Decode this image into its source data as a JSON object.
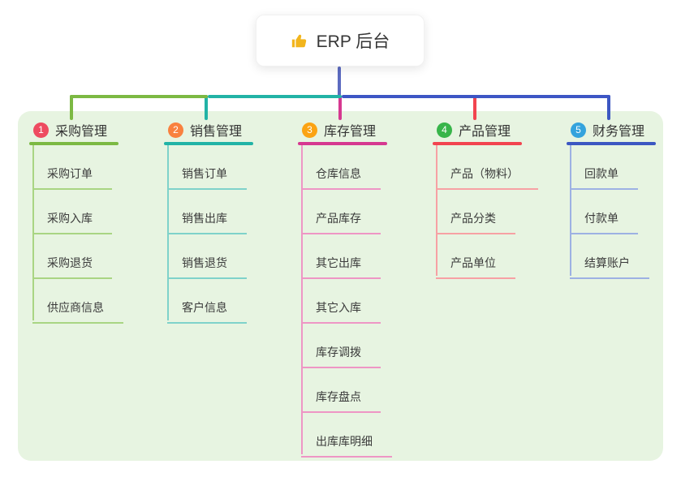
{
  "root": {
    "title": "ERP 后台",
    "icon": "thumbs-up-icon",
    "icon_color": "#f2b51d"
  },
  "theme": {
    "panel_bg": "#e7f4e1",
    "root_stem_color": "#5c6bc0",
    "bus_colors": [
      "#7cb943",
      "#22b3a6",
      "#3d56c5"
    ]
  },
  "branches": [
    {
      "number": "1",
      "label": "采购管理",
      "badge_color": "#ee4b60",
      "line_color": "#7cb943",
      "child_line_color": "#a9d583",
      "children": [
        "采购订单",
        "采购入库",
        "采购退货",
        "供应商信息"
      ]
    },
    {
      "number": "2",
      "label": "销售管理",
      "badge_color": "#f9813f",
      "line_color": "#22b3a6",
      "child_line_color": "#7fd2ca",
      "children": [
        "销售订单",
        "销售出库",
        "销售退货",
        "客户信息"
      ]
    },
    {
      "number": "3",
      "label": "库存管理",
      "badge_color": "#fba313",
      "line_color": "#d63890",
      "child_line_color": "#ee96c5",
      "children": [
        "仓库信息",
        "产品库存",
        "其它出库",
        "其它入库",
        "库存调拨",
        "库存盘点",
        "出库库明细"
      ]
    },
    {
      "number": "4",
      "label": "产品管理",
      "badge_color": "#38b54a",
      "line_color": "#f2444f",
      "child_line_color": "#f7a1a4",
      "children": [
        "产品（物料）",
        "产品分类",
        "产品单位"
      ]
    },
    {
      "number": "5",
      "label": "财务管理",
      "badge_color": "#34a3dd",
      "line_color": "#3c57c2",
      "child_line_color": "#9db1e3",
      "children": [
        "回款单",
        "付款单",
        "结算账户"
      ]
    }
  ]
}
